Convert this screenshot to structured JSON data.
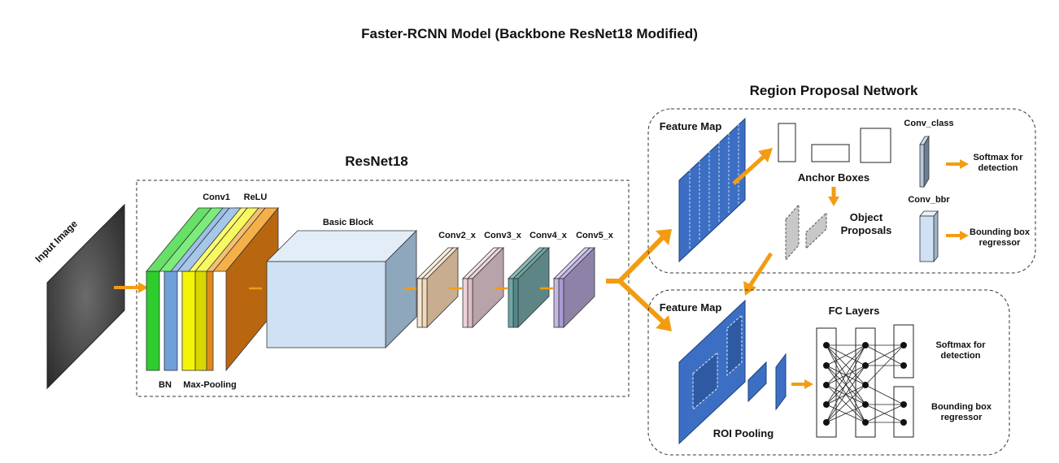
{
  "title": "Faster-RCNN Model (Backbone ResNet18 Modified)",
  "input_label": "Input Image",
  "resnet": {
    "title": "ResNet18",
    "conv1": "Conv1",
    "relu": "ReLU",
    "bn": "BN",
    "maxpool": "Max-Pooling",
    "basic_block": "Basic Block",
    "conv2": "Conv2_x",
    "conv3": "Conv3_x",
    "conv4": "Conv4_x",
    "conv5": "Conv5_x"
  },
  "rpn": {
    "title": "Region Proposal Network",
    "feature_map": "Feature Map",
    "anchor_boxes": "Anchor Boxes",
    "object_proposals_1": "Object",
    "object_proposals_2": "Proposals",
    "conv_class": "Conv_class",
    "conv_bbr": "Conv_bbr",
    "softmax_1": "Softmax for",
    "softmax_2": "detection",
    "bbox_1": "Bounding box",
    "bbox_2": "regressor"
  },
  "detector": {
    "feature_map": "Feature Map",
    "roi_pooling": "ROI Pooling",
    "fc_layers": "FC Layers",
    "softmax_1": "Softmax for",
    "softmax_2": "detection",
    "bbox_1": "Bounding box",
    "bbox_2": "regressor"
  },
  "colors": {
    "arrow": "#f39c12",
    "feature_map": "#3c6fc4",
    "bn": "#2ecc2e",
    "conv1": "#6fa0d8",
    "relu": "#f4f40a",
    "maxpool": "#e08a1e",
    "basic_block": "#cfe1f2",
    "conv2": "#f2d9b8",
    "conv3": "#e0bcc4",
    "conv4": "#4f8a8a",
    "conv5": "#a99ad3"
  }
}
